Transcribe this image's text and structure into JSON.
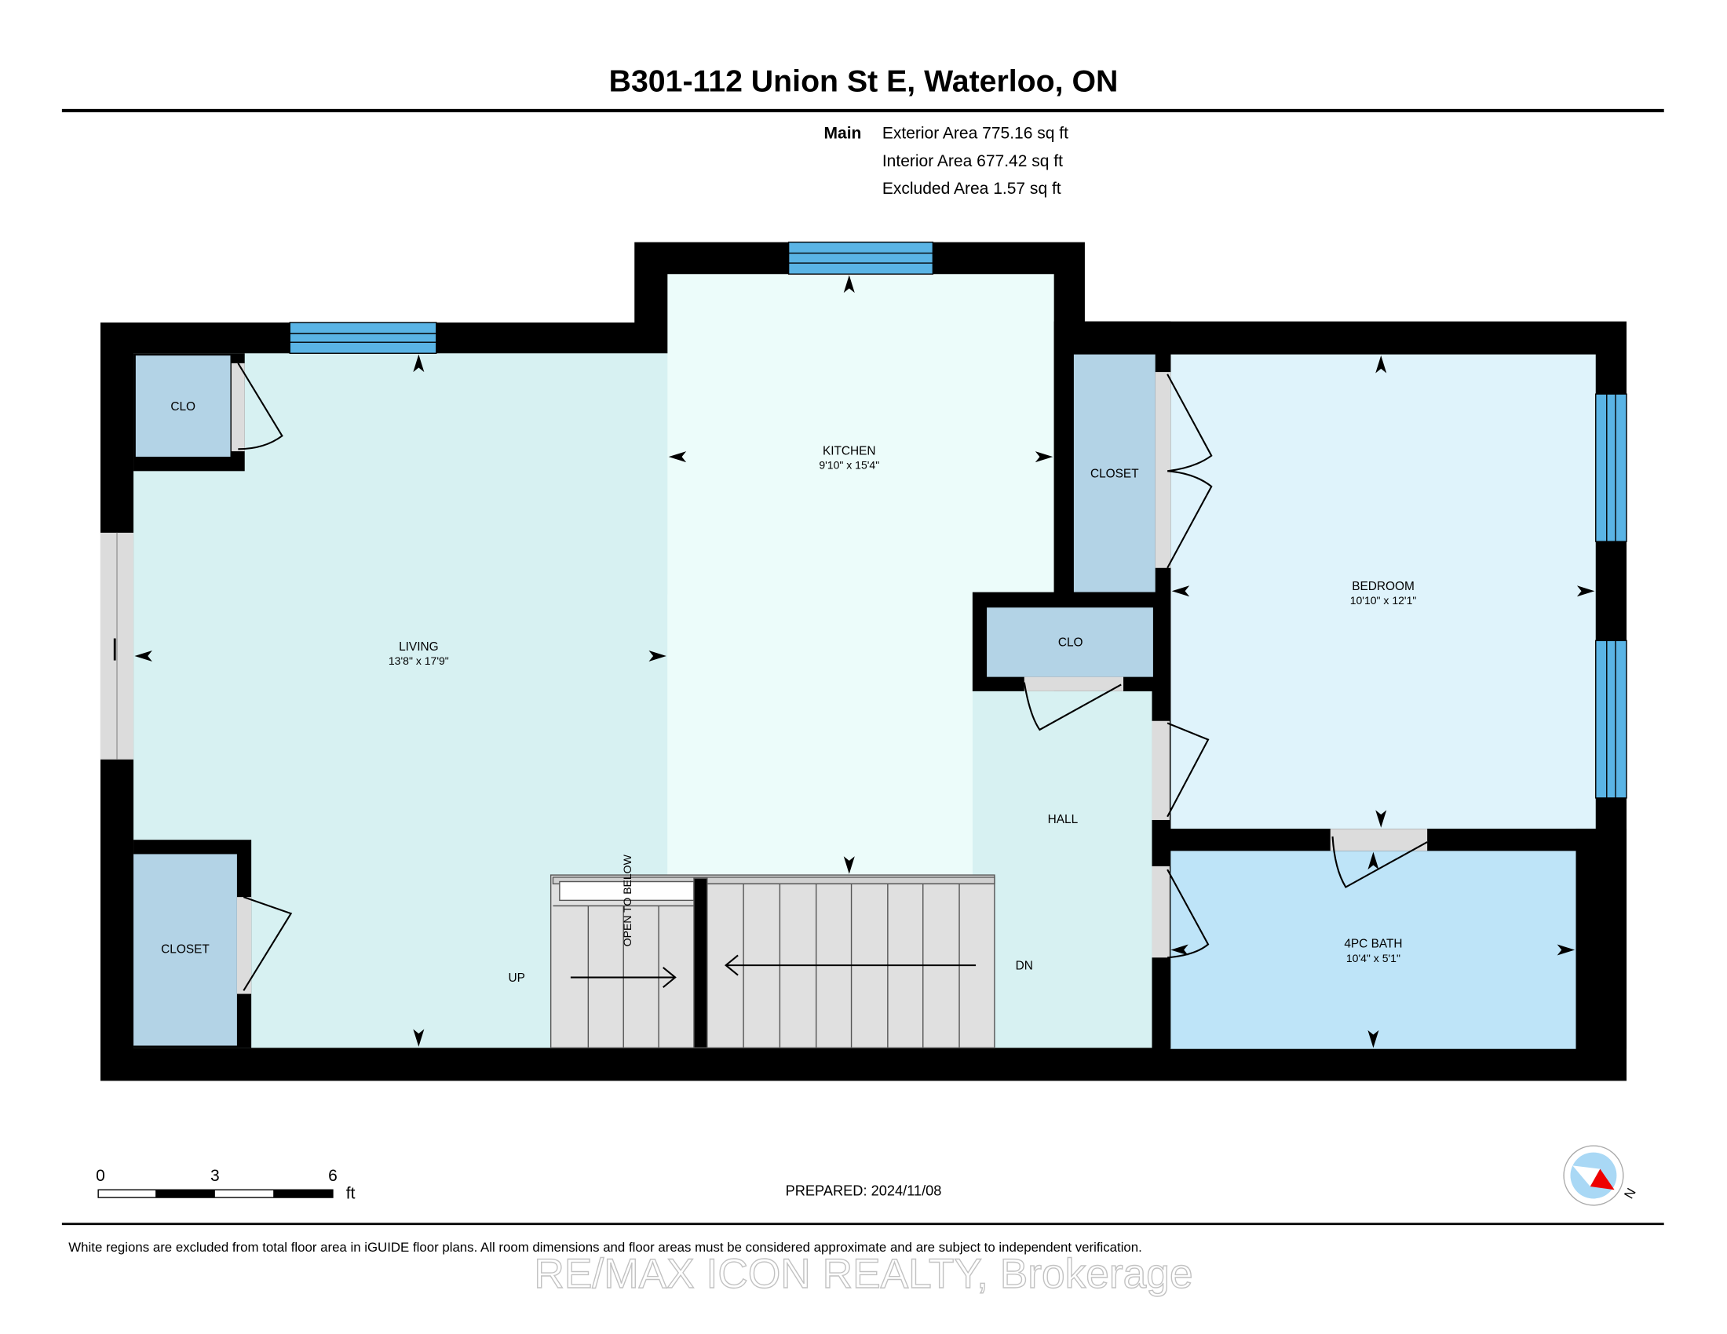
{
  "title": "B301-112 Union St E, Waterloo, ON",
  "areas": {
    "level": "Main",
    "lines": [
      "Exterior Area 775.16 sq ft",
      "Interior Area 677.42 sq ft",
      "Excluded Area 1.57 sq ft"
    ]
  },
  "rooms": {
    "living": {
      "name": "LIVING",
      "dims": "13'8\" x 17'9\""
    },
    "kitchen": {
      "name": "KITCHEN",
      "dims": "9'10\" x 15'4\""
    },
    "bedroom": {
      "name": "BEDROOM",
      "dims": "10'10\" x 12'1\""
    },
    "bath": {
      "name": "4PC BATH",
      "dims": "10'4\" x 5'1\""
    },
    "hall": {
      "name": "HALL"
    },
    "clo_top_left": {
      "name": "CLO"
    },
    "closet_bottom_left": {
      "name": "CLOSET"
    },
    "closet_bedroom": {
      "name": "CLOSET"
    },
    "clo_hall": {
      "name": "CLO"
    }
  },
  "stairs": {
    "up": "UP",
    "down": "DN",
    "open_below": "OPEN TO BELOW"
  },
  "scale": {
    "ticks": [
      "0",
      "3",
      "6"
    ],
    "unit": "ft"
  },
  "prepared": "PREPARED: 2024/11/08",
  "compass": {
    "label": "N"
  },
  "disclaimer": "White regions are excluded from total floor area in iGUIDE floor plans. All room dimensions and floor areas must be considered approximate and are subject to independent verification.",
  "watermark": "RE/MAX ICON REALTY, Brokerage",
  "colors": {
    "wall": "#000000",
    "window": "#5ab4e5",
    "living": "#d7f1f2",
    "kitchen": "#ecfcfa",
    "bedroom": "#dff3fb",
    "bath": "#bee4f8",
    "closet": "#b3d3e6",
    "door": "#dcdcdc",
    "stairs": "#e0e0e0"
  }
}
